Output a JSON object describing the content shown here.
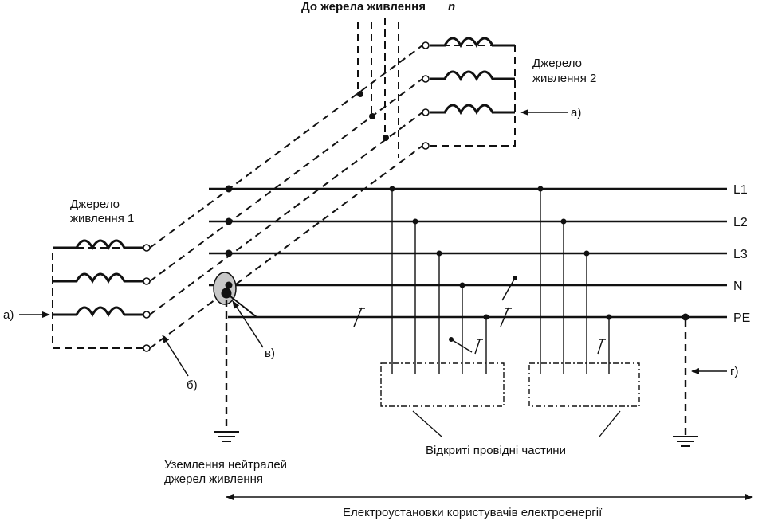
{
  "title_top": "До жерела живлення",
  "title_top_var": "n",
  "source1": {
    "line1": "Джерело",
    "line2": "живлення 1"
  },
  "source2": {
    "line1": "Джерело",
    "line2": "живлення 2"
  },
  "buses": [
    "L1",
    "L2",
    "L3",
    "N",
    "PE"
  ],
  "markers": {
    "a": "а)",
    "b": "б)",
    "v": "в)",
    "g": "г)"
  },
  "grounding_label": {
    "line1": "Уземлення нейтралей",
    "line2": "джерел живлення"
  },
  "exposed_parts": "Відкриті провідні частини",
  "installations": "Електроустановки користувачів електроенергії"
}
